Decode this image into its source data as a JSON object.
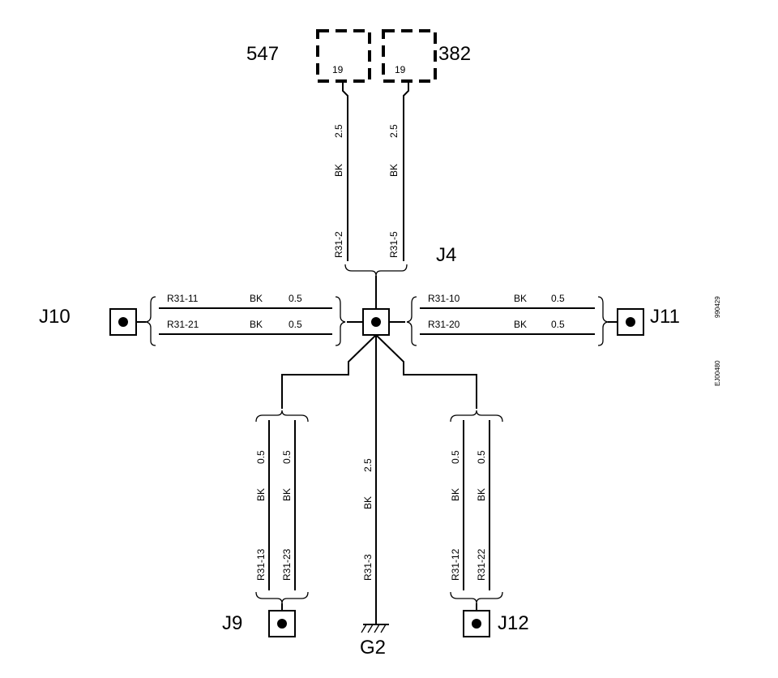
{
  "components": {
    "c547": {
      "label": "547",
      "pin": "19"
    },
    "c382": {
      "label": "382",
      "pin": "19"
    }
  },
  "junctions": {
    "j4": "J4",
    "j9": "J9",
    "j10": "J10",
    "j11": "J11",
    "j12": "J12",
    "ground": "G2"
  },
  "wires": {
    "r31_2": {
      "id": "R31-2",
      "color": "BK",
      "size": "2.5"
    },
    "r31_5": {
      "id": "R31-5",
      "color": "BK",
      "size": "2.5"
    },
    "r31_11": {
      "id": "R31-11",
      "color": "BK",
      "size": "0.5"
    },
    "r31_21": {
      "id": "R31-21",
      "color": "BK",
      "size": "0.5"
    },
    "r31_10": {
      "id": "R31-10",
      "color": "BK",
      "size": "0.5"
    },
    "r31_20": {
      "id": "R31-20",
      "color": "BK",
      "size": "0.5"
    },
    "r31_13": {
      "id": "R31-13",
      "color": "BK",
      "size": "0.5"
    },
    "r31_23": {
      "id": "R31-23",
      "color": "BK",
      "size": "0.5"
    },
    "r31_3": {
      "id": "R31-3",
      "color": "BK",
      "size": "2.5"
    },
    "r31_12": {
      "id": "R31-12",
      "color": "BK",
      "size": "0.5"
    },
    "r31_22": {
      "id": "R31-22",
      "color": "BK",
      "size": "0.5"
    }
  },
  "side_codes": {
    "top": "990429",
    "bottom": "EJ00480"
  }
}
